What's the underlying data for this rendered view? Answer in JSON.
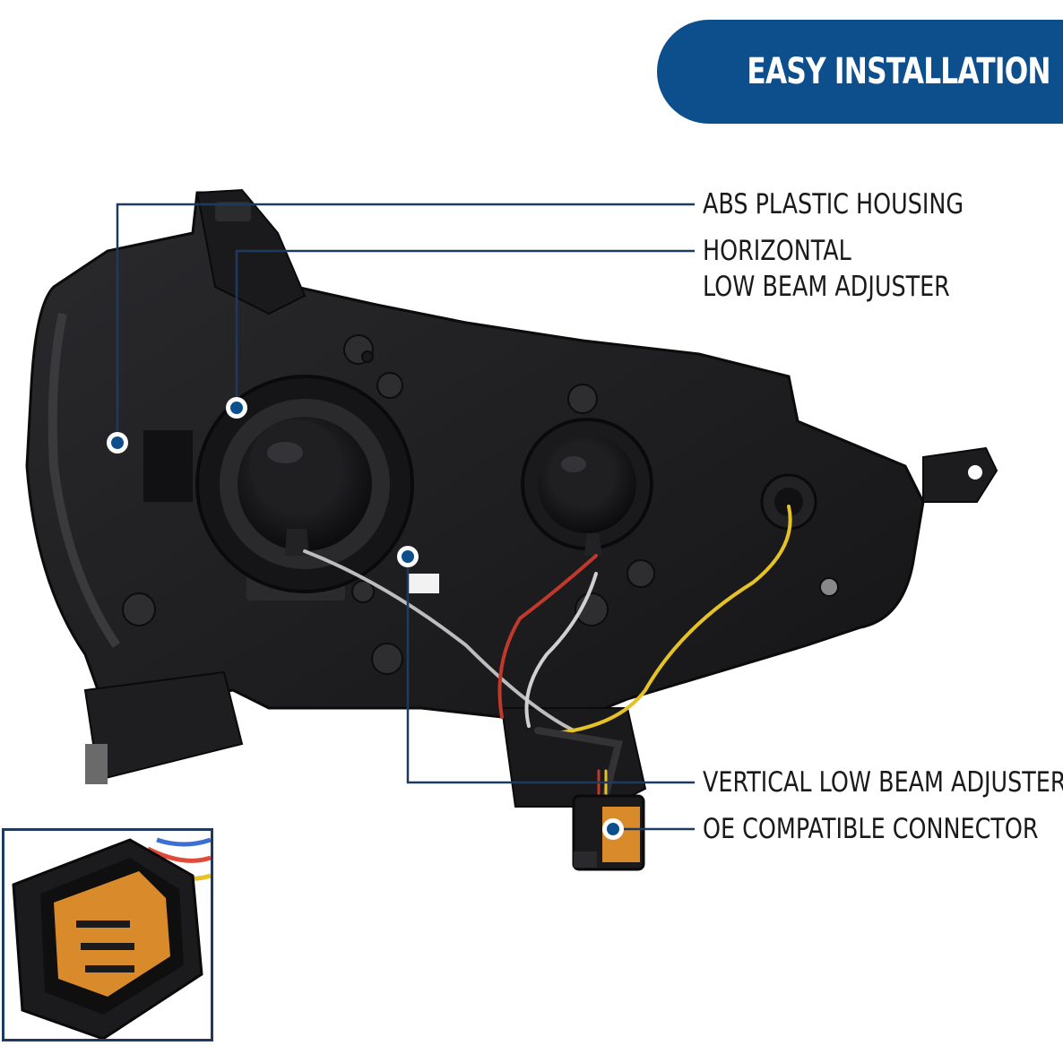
{
  "banner": {
    "title": "EASY INSTALLATION"
  },
  "callouts": {
    "housing": {
      "lines": [
        "ABS PLASTIC HOUSING"
      ]
    },
    "horizontal_adjuster": {
      "lines": [
        "HORIZONTAL",
        "LOW BEAM ADJUSTER"
      ]
    },
    "vertical_adjuster": {
      "lines": [
        "VERTICAL LOW BEAM ADJUSTER"
      ]
    },
    "connector": {
      "lines": [
        "OE COMPATIBLE CONNECTOR"
      ]
    }
  },
  "colors": {
    "brand_blue": "#0d4f8c",
    "leader_line": "#1e3a5f",
    "marker": "#0d4f8c",
    "housing_black": "#1c1c1e",
    "connector_orange": "#d98a2a"
  },
  "icons": {
    "product": "headlight-assembly-back-view",
    "inset": "wiring-connector-closeup"
  }
}
